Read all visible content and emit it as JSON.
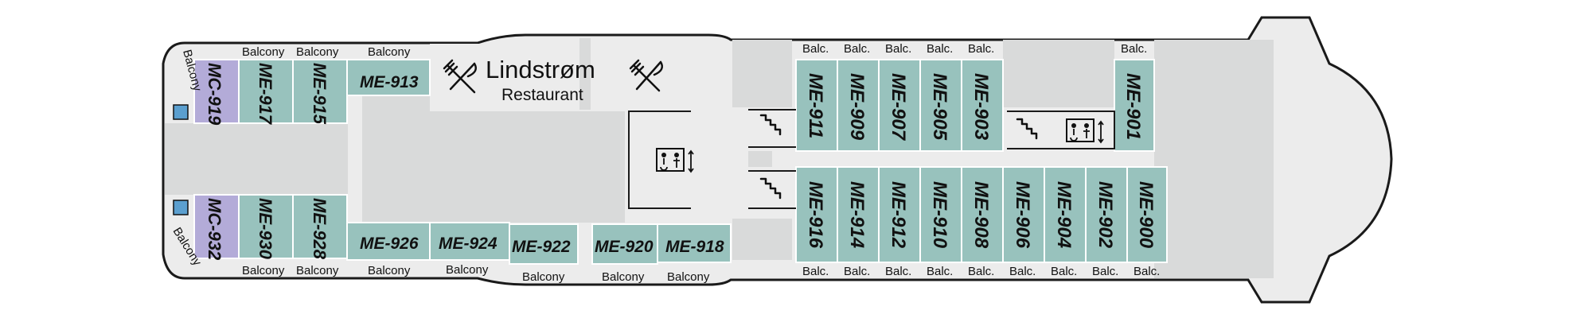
{
  "restaurant": {
    "name": "Lindstrøm",
    "subtitle": "Restaurant"
  },
  "icons": [
    "cutlery-icon",
    "elevator-icon",
    "stairs-icon",
    "window-icon"
  ],
  "colors": {
    "cabin": "#98c2bd",
    "suite": "#b3abd8",
    "public_area": "#d9dada",
    "hull": "#ececec"
  },
  "cabins": {
    "mc919": "MC-919",
    "me917": "ME-917",
    "me915": "ME-915",
    "me913": "ME-913",
    "me911": "ME-911",
    "me909": "ME-909",
    "me907": "ME-907",
    "me905": "ME-905",
    "me903": "ME-903",
    "me901": "ME-901",
    "mc932": "MC-932",
    "me930": "ME-930",
    "me928": "ME-928",
    "me926": "ME-926",
    "me924": "ME-924",
    "me922": "ME-922",
    "me920": "ME-920",
    "me918": "ME-918",
    "me916": "ME-916",
    "me914": "ME-914",
    "me912": "ME-912",
    "me910": "ME-910",
    "me908": "ME-908",
    "me906": "ME-906",
    "me904": "ME-904",
    "me902": "ME-902",
    "me900": "ME-900"
  },
  "balcony_labels": {
    "full": "Balcony",
    "short": "Balc."
  }
}
